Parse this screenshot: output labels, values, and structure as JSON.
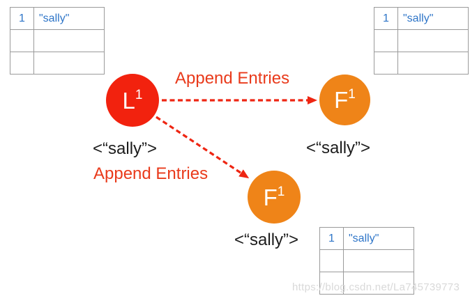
{
  "colors": {
    "leader_red": "#F2220E",
    "follower_orange": "#EF8418",
    "arrow_red": "#EE2512",
    "append_label_red": "#E93A1B",
    "table_text_blue": "#2E75C8",
    "table_border_gray": "#9A9A9A",
    "entry_label_black": "#1C1C1C",
    "watermark_gray": "#D9D9D9"
  },
  "nodes": {
    "leader": {
      "letter": "L",
      "term": "1"
    },
    "follower1": {
      "letter": "F",
      "term": "1"
    },
    "follower2": {
      "letter": "F",
      "term": "1"
    }
  },
  "arrows": {
    "to_follower1": {
      "label": "Append Entries"
    },
    "to_follower2": {
      "label": "Append Entries"
    }
  },
  "entry_labels": {
    "leader": "<“sally”>",
    "follower1": "<“sally”>",
    "follower2": "<“sally”>"
  },
  "logs": {
    "top_left": {
      "rows": [
        [
          "1",
          "\"sally\""
        ],
        [
          "",
          ""
        ],
        [
          "",
          ""
        ]
      ]
    },
    "top_right": {
      "rows": [
        [
          "1",
          "\"sally\""
        ],
        [
          "",
          ""
        ],
        [
          "",
          ""
        ]
      ]
    },
    "bottom_right": {
      "rows": [
        [
          "1",
          "\"sally\""
        ],
        [
          "",
          ""
        ],
        [
          "",
          ""
        ]
      ]
    }
  },
  "watermark": "https://blog.csdn.net/La745739773"
}
